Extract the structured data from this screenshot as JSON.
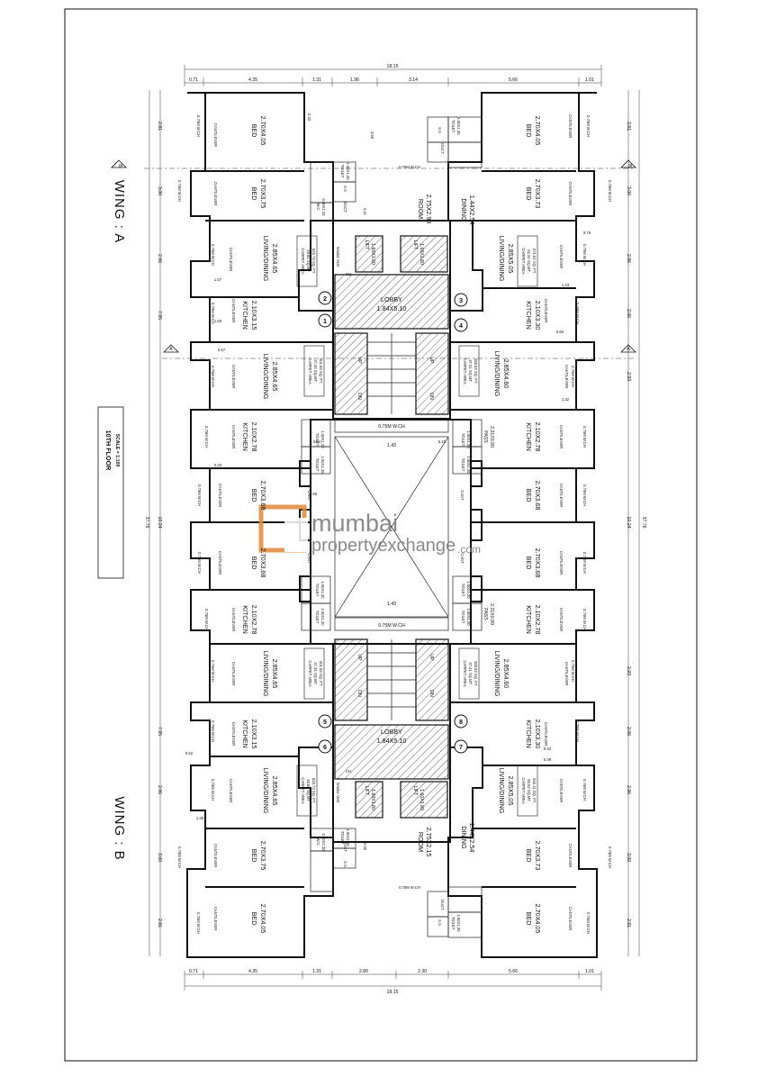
{
  "sheet": {
    "title": "10TH FLOOR",
    "scale": "SCALE = 1:100",
    "wing_a": "WING : A",
    "wing_b": "WING : B",
    "watermark_line1": "mumbai",
    "watermark_line2": "propertyexchange",
    "watermark_suffix": ".com",
    "section_a": "A",
    "section_b": "B"
  },
  "dims": {
    "top_total": "18.15",
    "bottom_total": "18.15",
    "right_total": "37.76",
    "left_total": "37.76",
    "top_segments": [
      "0.71",
      "4.35",
      "1.31",
      "1.96",
      "3.14",
      "5.66",
      "1.01"
    ],
    "bottom_segments": [
      "0.71",
      "4.35",
      "1.31",
      "2.80",
      "2.30",
      "5.66",
      "1.01"
    ],
    "left_segments": [
      "2.81",
      "3.00",
      "2.96",
      "7.95",
      "10.24",
      "7.95",
      "2.96",
      "3.00",
      "2.81"
    ],
    "right_segments": [
      "2.81",
      "3.00",
      "2.96",
      "2.06",
      "2.93",
      "10.24",
      "2.93",
      "2.06",
      "2.96",
      "3.00",
      "2.81"
    ],
    "misc": [
      "2.33",
      "3.59",
      "6.11",
      "2.60",
      "3.04",
      "5.10",
      "1.57",
      "1.60",
      "0.57",
      "0.33",
      "1.35",
      "0.75",
      "1.43",
      "1.32",
      "0.62",
      "0.39",
      "0.34",
      "0.60",
      "0.59",
      "0.14",
      "0.71"
    ]
  },
  "rooms_left": [
    {
      "name": "BED",
      "size": "2.70X4.05"
    },
    {
      "name": "BED",
      "size": "2.70X3.75"
    },
    {
      "name": "LIVING/DINING",
      "size": "2.85X4.65"
    },
    {
      "name": "KITCHEN",
      "size": "2.10X3.15"
    },
    {
      "name": "LIVING/DINING",
      "size": "2.85X4.65"
    },
    {
      "name": "KITCHEN",
      "size": "2.10X2.78"
    },
    {
      "name": "BED",
      "size": "2.70X3.68"
    },
    {
      "name": "BED",
      "size": "2.70X3.68"
    },
    {
      "name": "KITCHEN",
      "size": "2.10X2.78"
    },
    {
      "name": "LIVING/DINING",
      "size": "2.85X4.65"
    },
    {
      "name": "KITCHEN",
      "size": "2.10X3.15"
    },
    {
      "name": "LIVING/DINING",
      "size": "2.85X4.65"
    },
    {
      "name": "BED",
      "size": "2.70X3.75"
    },
    {
      "name": "BED",
      "size": "2.70X4.05"
    }
  ],
  "rooms_right": [
    {
      "name": "BED",
      "size": "2.70X4.05"
    },
    {
      "name": "BED",
      "size": "2.70X3.73"
    },
    {
      "name": "LIVING/DINING",
      "size": "2.85X5.05"
    },
    {
      "name": "KITCHEN",
      "size": "2.10X3.30"
    },
    {
      "name": "LIVING/DINING",
      "size": "2.85X4.60"
    },
    {
      "name": "KITCHEN",
      "size": "2.10X2.78"
    },
    {
      "name": "BED",
      "size": "2.70X3.68"
    },
    {
      "name": "BED",
      "size": "2.70X3.68"
    },
    {
      "name": "KITCHEN",
      "size": "2.10X2.78"
    },
    {
      "name": "LIVING/DINING",
      "size": "2.85X4.60"
    },
    {
      "name": "KITCHEN",
      "size": "2.10X3.30"
    },
    {
      "name": "LIVING/DINING",
      "size": "2.85X5.05"
    },
    {
      "name": "BED",
      "size": "2.70X3.73"
    },
    {
      "name": "BED",
      "size": "2.70X4.05"
    }
  ],
  "center": {
    "room_top": {
      "name": "ROOM",
      "size": "2.75X2.99"
    },
    "dining_top": {
      "name": "DINING",
      "size": "1.44X2.54"
    },
    "room_bottom": {
      "name": "ROOM",
      "size": "2.75X2.15"
    },
    "dining_bottom": {
      "name": "DINING",
      "size": "1.44X2.54"
    },
    "lobby_top": {
      "name": "LOBBY",
      "size": "1.84X5.10"
    },
    "lobby_bottom": {
      "name": "LOBBY",
      "size": "1.84X5.10"
    },
    "pass_top": {
      "name": "PASS",
      "size": "2.21X0.90"
    },
    "pass_bottom": {
      "name": "PASS",
      "size": "2.21X0.90"
    },
    "lift": "LIFT",
    "lift_size": "1.60X1.80",
    "up": "UP",
    "dn": "DN",
    "ch": "CH",
    "smoke_vent": "Smoke Vent",
    "wch": "0.75M W.CH"
  },
  "labels": {
    "cantilever": "CANTILEVER",
    "wch": "0.75M W.CH",
    "toilet": "TOILET",
    "toilet_size": "1.50X1.20",
    "wc": "W.C.",
    "wc_size": "0.90X1.20",
    "ss": "S.S.",
    "cant": "CANT",
    "dust": "DUCT"
  },
  "carpet": [
    {
      "label": "CARPET AREA",
      "sqmt": "48.84 SQ.MT.",
      "sqft": "525.73 SQ. FT."
    },
    {
      "label": "CARPET AREA",
      "sqmt": "62.34 SQ.MT.",
      "sqft": "671.02 SQ. FT."
    },
    {
      "label": "CARPET AREA",
      "sqmt": "37.34 SQ.MT.",
      "sqft": "401.93 SQ. FT."
    },
    {
      "label": "CARPET AREA",
      "sqmt": "37.21 SQ.MT.",
      "sqft": "400.53 SQ. FT."
    },
    {
      "label": "CARPET AREA",
      "sqmt": "37.34 SQ.MT.",
      "sqft": "401.93 SQ. FT."
    },
    {
      "label": "CARPET AREA",
      "sqmt": "37.21 SQ.MT.",
      "sqft": "400.53 SQ. FT."
    },
    {
      "label": "CARPET AREA",
      "sqmt": "48.84 SQ.MT.",
      "sqft": "525.73 SQ. FT."
    },
    {
      "label": "CARPET AREA",
      "sqmt": "60.02 SQ.MT.",
      "sqft": "646.11 SQ. FT."
    }
  ],
  "flats": [
    "1",
    "2",
    "3",
    "4",
    "5",
    "6",
    "7",
    "8"
  ]
}
